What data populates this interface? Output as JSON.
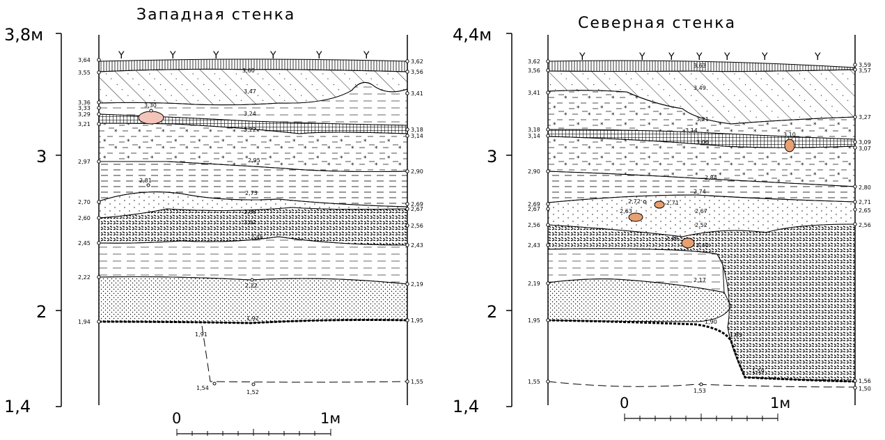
{
  "west": {
    "title": "Западная стенка",
    "scale_labels": [
      "3,8м",
      "3",
      "2",
      "1,4"
    ],
    "bar_labels": [
      "0",
      "1м"
    ],
    "left_marks": [
      "3,64",
      "3,55",
      "3,36",
      "3,33",
      "3,29",
      "3,21",
      "2,97",
      "2,70",
      "2,60",
      "2,45",
      "2,22",
      "1,94"
    ],
    "right_marks": [
      "3,62",
      "3,56",
      "3,41",
      "3,18",
      "3,14",
      "2,90",
      "2,69",
      "2,67",
      "2,56",
      "2,43",
      "2,19",
      "1,95",
      "1,55"
    ],
    "inner_marks": [
      "3,60",
      "3,47",
      "3,30",
      "3,24",
      "3,22",
      "2,95",
      "2,81",
      "2,73",
      "2,68",
      "2,62",
      "2,45",
      "2,22",
      "1,92",
      "1,91",
      "1,54",
      "1,52"
    ]
  },
  "north": {
    "title": "Северная стенка",
    "scale_labels": [
      "4,4м",
      "3",
      "2",
      "1,4"
    ],
    "bar_labels": [
      "0",
      "1м"
    ],
    "left_marks": [
      "3,62",
      "3,56",
      "3,41",
      "3,18",
      "3,14",
      "2,90",
      "2,69",
      "2,67",
      "2,56",
      "2,43",
      "2,19",
      "1,95",
      "1,55"
    ],
    "right_marks": [
      "3,59",
      "3,57",
      "3,27",
      "3,09",
      "3,07",
      "2,80",
      "2,71",
      "2,65",
      "2,56",
      "1,56",
      "1,50"
    ],
    "inner_marks": [
      "3,63",
      "3,49",
      "3,21",
      "3,14",
      "3,10",
      "3,06",
      "2,84",
      "2,74",
      "2,72",
      "2,71",
      "2,67",
      "2,63",
      "2,52",
      "2,48",
      "2,40",
      "2,17",
      "1,90",
      "1,85",
      "1,59",
      "1,53"
    ]
  },
  "colors": {
    "inclusion": "#e8a070",
    "inclusion_light": "#f4c4b8"
  }
}
